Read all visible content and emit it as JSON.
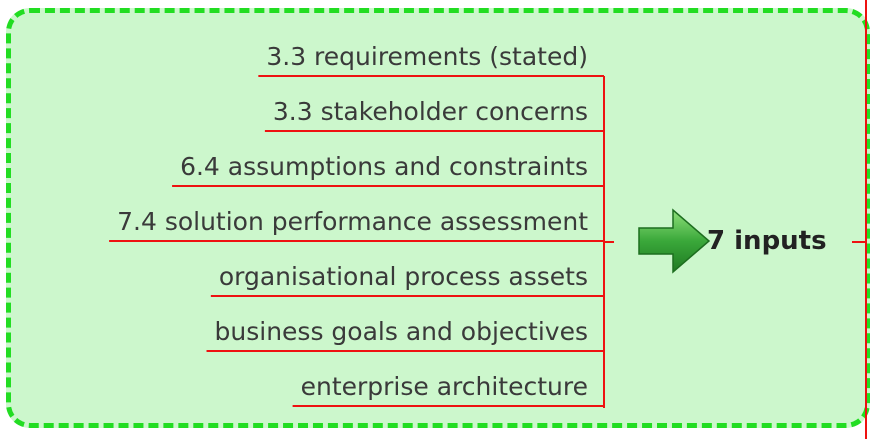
{
  "diagram": {
    "center_label": "7 inputs",
    "items": [
      {
        "label": "3.3 requirements (stated)"
      },
      {
        "label": "3.3 stakeholder concerns"
      },
      {
        "label": "6.4 assumptions and constraints"
      },
      {
        "label": "7.4 solution performance assessment"
      },
      {
        "label": "organisational process assets"
      },
      {
        "label": "business goals and objectives"
      },
      {
        "label": "enterprise architecture"
      }
    ],
    "colors": {
      "group_fill": "#ccf7cc",
      "group_border": "#22dd22",
      "connector": "#ee1111",
      "arrow": "#2e9e2e",
      "text": "#3a3a3a"
    },
    "icons": {
      "center": "green-right-arrow-icon"
    }
  }
}
